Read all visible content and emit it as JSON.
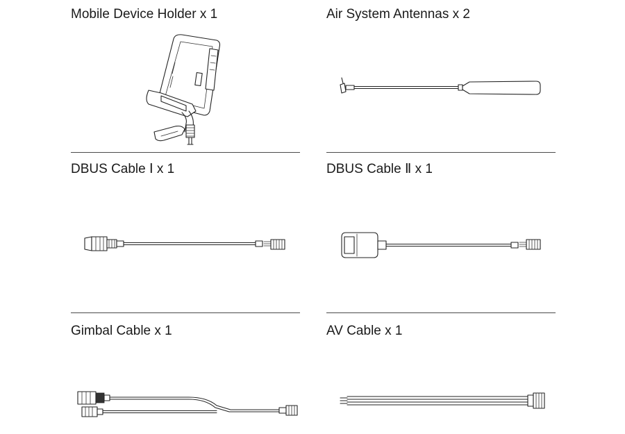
{
  "items": [
    {
      "label": "Mobile Device Holder x 1",
      "icon": "mobile-device-holder-icon"
    },
    {
      "label": "Air System Antennas x 2",
      "icon": "antenna-icon"
    },
    {
      "label": "DBUS Cable Ⅰ x 1",
      "icon": "dbus-cable-1-icon"
    },
    {
      "label": "DBUS Cable Ⅱ  x 1",
      "icon": "dbus-cable-2-icon"
    },
    {
      "label": "Gimbal Cable x 1",
      "icon": "gimbal-cable-icon"
    },
    {
      "label": "AV Cable x 1",
      "icon": "av-cable-icon"
    }
  ],
  "colors": {
    "text": "#1a1a1a",
    "line": "#222222",
    "divider": "#4a4a4a",
    "background": "#ffffff"
  }
}
